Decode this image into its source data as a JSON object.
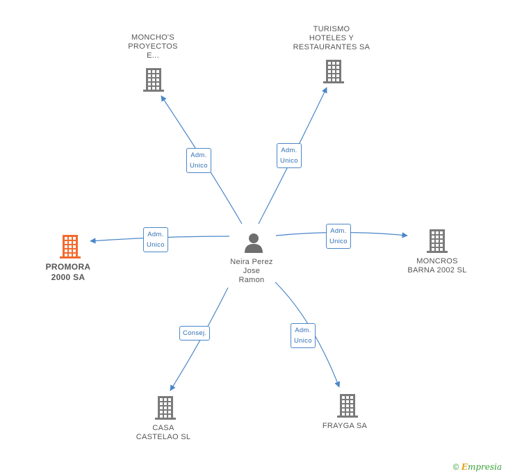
{
  "colors": {
    "edge": "#4a86c8",
    "company_icon": "#7a7a7a",
    "highlight_icon": "#f26a2e",
    "person_icon": "#6e6e6e",
    "brand_green": "#3aa03a",
    "brand_orange": "#e8a21a"
  },
  "center": {
    "name": "Neira Perez\nJose\nRamon",
    "icon": "person-icon"
  },
  "nodes": [
    {
      "id": "monchos",
      "label": "MONCHO'S\nPROYECTOS\nE...",
      "icon": "building-icon",
      "highlight": false,
      "role": "Adm.\nUnico"
    },
    {
      "id": "turismo",
      "label": "TURISMO\nHOTELES Y\nRESTAURANTES SA",
      "icon": "building-icon",
      "highlight": false,
      "role": "Adm.\nUnico"
    },
    {
      "id": "promora",
      "label": "PROMORA\n2000 SA",
      "icon": "building-icon",
      "highlight": true,
      "role": "Adm.\nUnico"
    },
    {
      "id": "moncros",
      "label": "MONCROS\nBARNA 2002 SL",
      "icon": "building-icon",
      "highlight": false,
      "role": "Adm.\nUnico"
    },
    {
      "id": "casa",
      "label": "CASA\nCASTELAO  SL",
      "icon": "building-icon",
      "highlight": false,
      "role": "Consej."
    },
    {
      "id": "frayga",
      "label": "FRAYGA SA",
      "icon": "building-icon",
      "highlight": false,
      "role": "Adm.\nUnico"
    }
  ],
  "footer": {
    "copyright": "©",
    "brand_first": "E",
    "brand_rest": "mpresia"
  }
}
